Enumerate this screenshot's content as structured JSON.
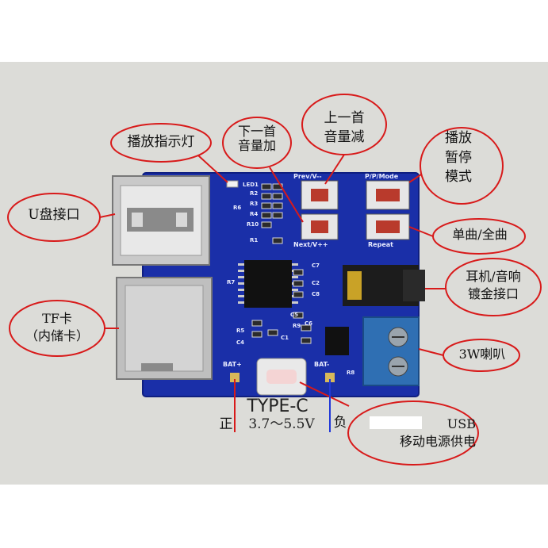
{
  "callouts": {
    "u_disk": "U盘接口",
    "play_led": "播放指示灯",
    "next_vol_up": "下一首\n音量加",
    "prev_vol_down": "上一首\n音量减",
    "play_pause_mode": "播放\n暂停\n模式",
    "single_all": "单曲/全曲",
    "headphone_jack": "耳机/音响\n镀金接口",
    "tf_card": "TF卡\n（内储卡）",
    "speaker_3w": "3W喇叭",
    "usb_power": "USB\n移动电源供电"
  },
  "polarity": {
    "positive": "正",
    "negative": "负"
  },
  "power": {
    "port_name": "TYPE-C",
    "voltage_range": "3.7～5.5V"
  },
  "pcb_silkscreen": {
    "prev": "Prev/V--",
    "ppmode": "P/P/Mode",
    "next": "Next/V++",
    "repeat": "Repeat",
    "led1": "LED1",
    "r2": "R2",
    "r6": "R6",
    "r3": "R3",
    "r4": "R4",
    "r10": "R10",
    "r1": "R1",
    "r7": "R7",
    "r5": "R5",
    "r9": "R9",
    "r8": "R8",
    "c7": "C7",
    "c2": "C2",
    "c8": "C8",
    "c5": "C5",
    "c6": "C6",
    "c1": "C1",
    "c4": "C4",
    "bat_plus": "BAT+",
    "bat_minus": "BAT-"
  },
  "colors": {
    "board": "#1a2fa8",
    "callout_ring": "#d81a1a",
    "bg_band": "#dcdcd8"
  }
}
